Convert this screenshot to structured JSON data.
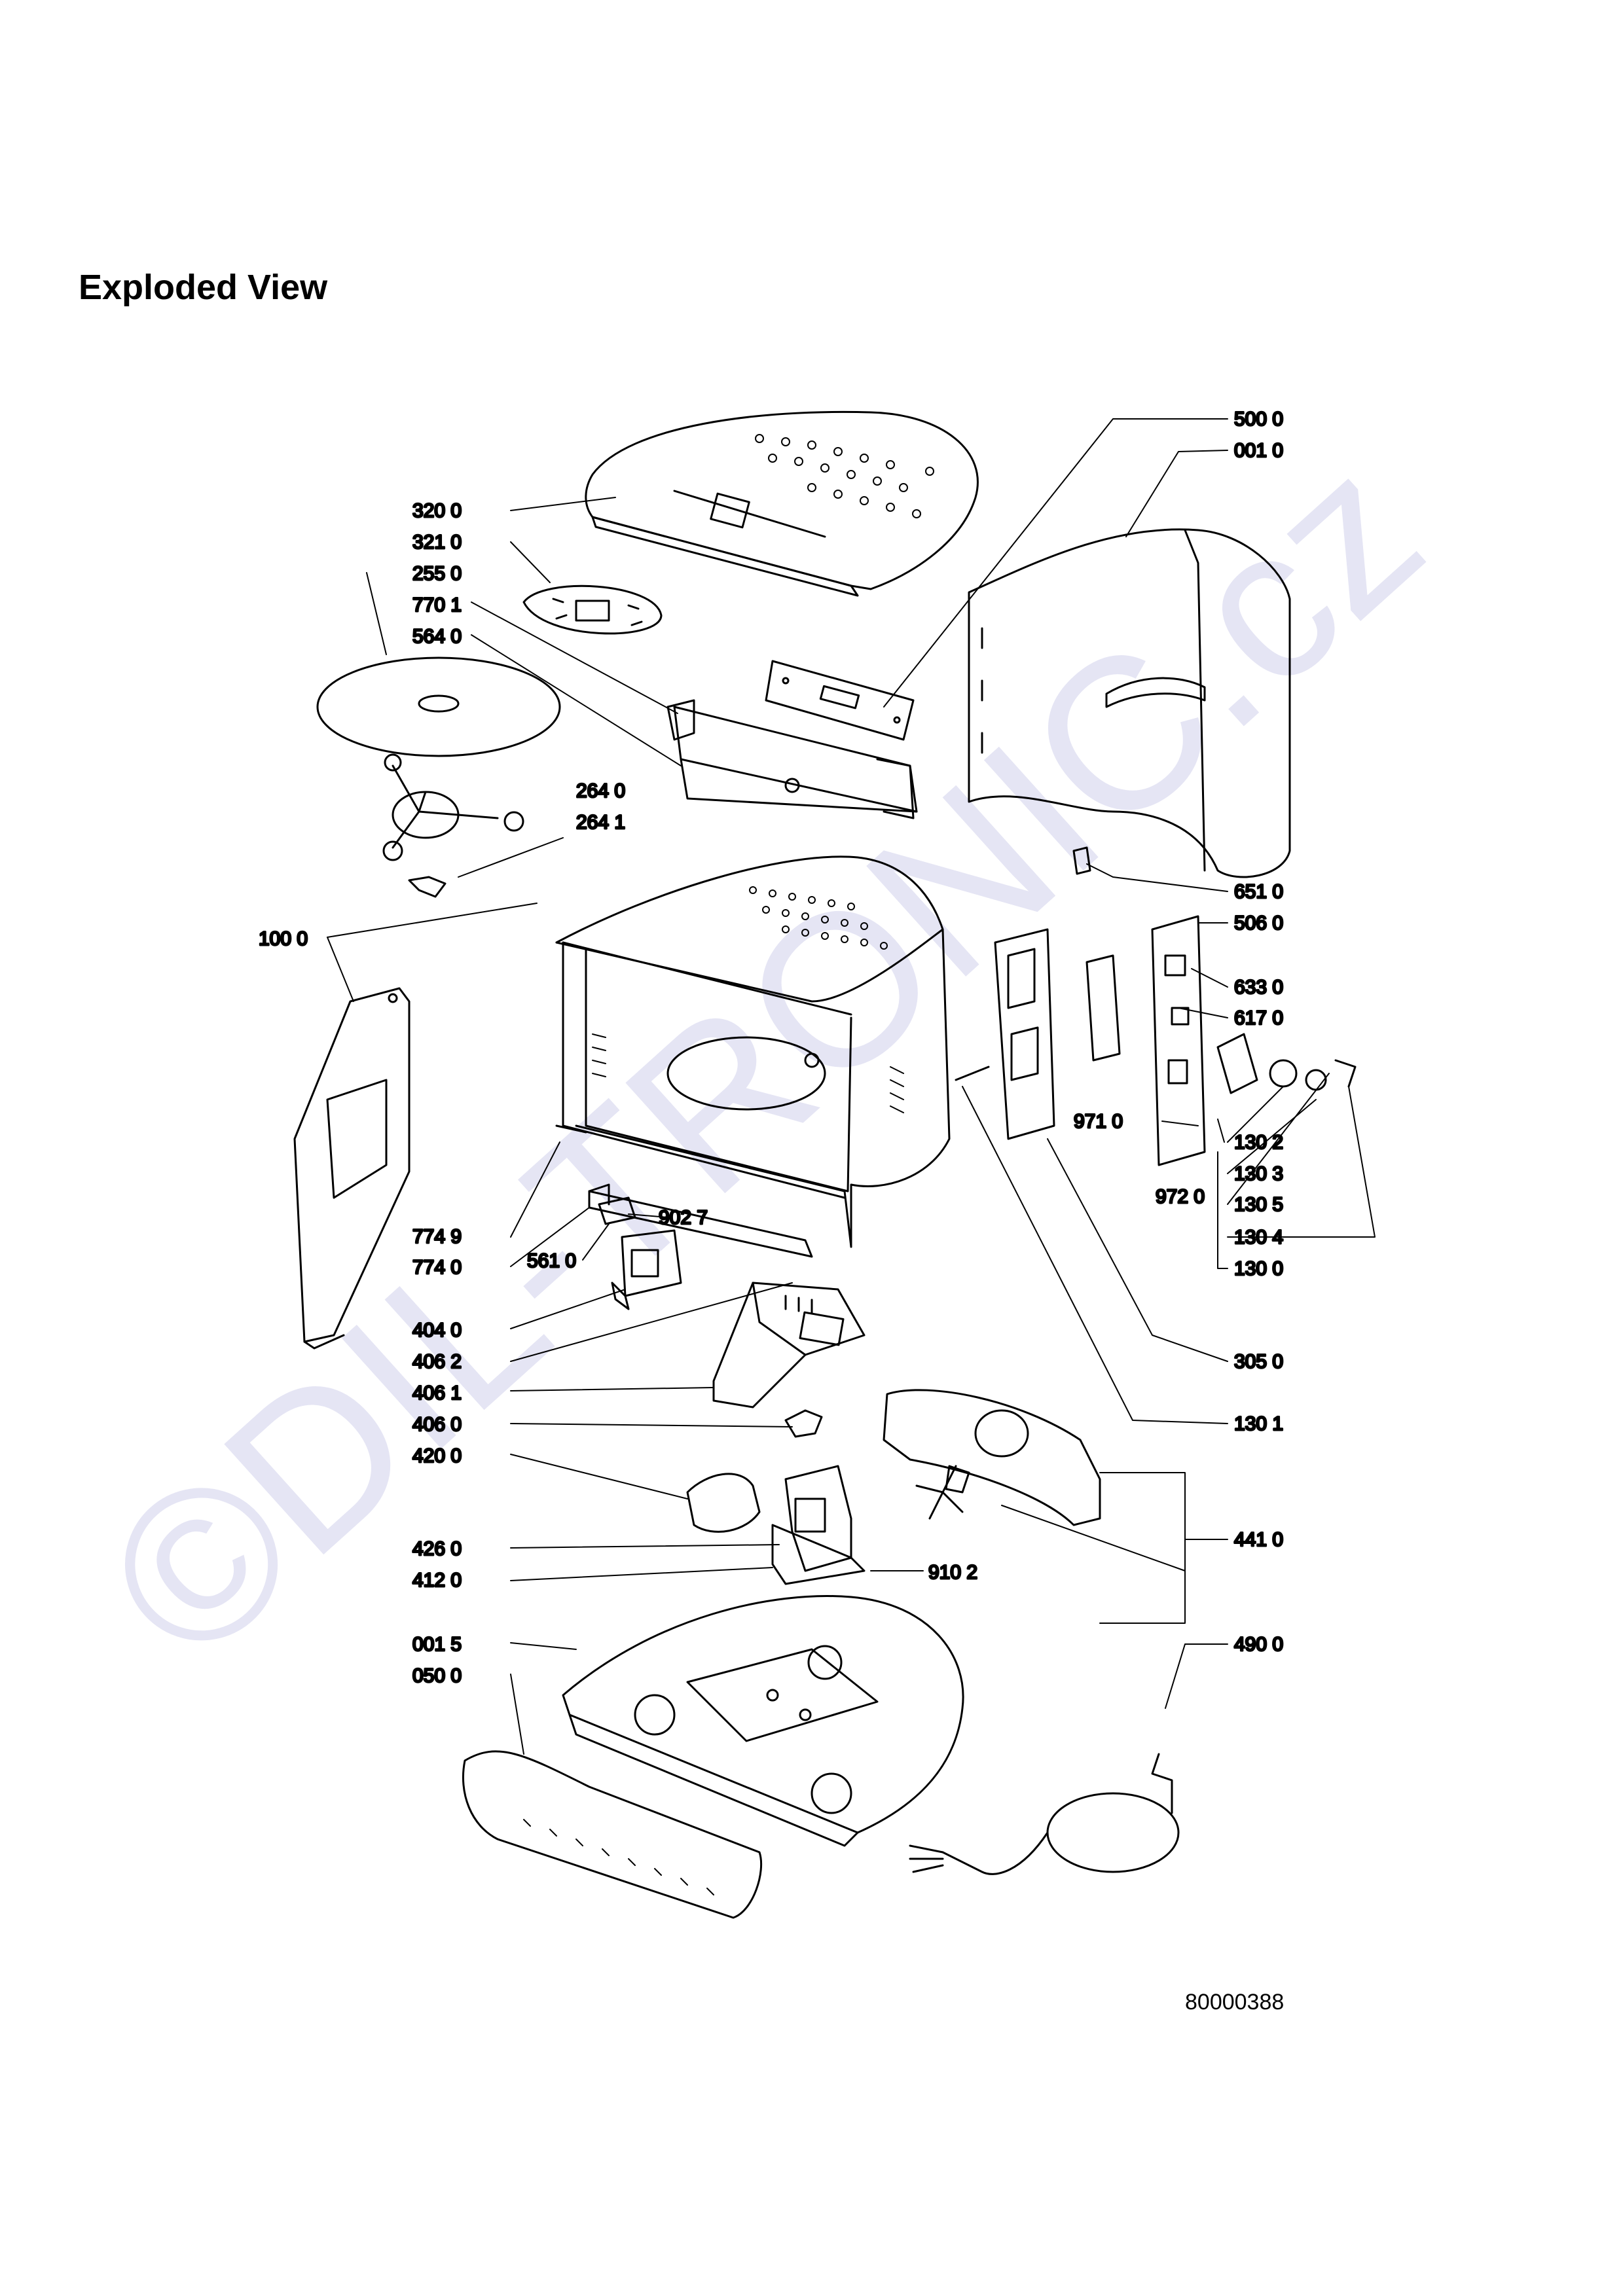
{
  "title": "Exploded View",
  "document_number": "80000388",
  "watermark": "©DIL-TRONIC.cz",
  "colors": {
    "ink": "#000000",
    "watermark": "#e5e5f4",
    "background": "#ffffff"
  },
  "callouts_left": [
    "320 0",
    "321 0",
    "255 0",
    "770 1",
    "564 0",
    "264 0",
    "264 1",
    "100 0",
    "774 9",
    "774 0",
    "561 0",
    "902 7",
    "404 0",
    "406 2",
    "406 1",
    "406 0",
    "420 0",
    "426 0",
    "412 0",
    "910 2",
    "001 5",
    "050 0"
  ],
  "callouts_right": [
    "500 0",
    "001 0",
    "651 0",
    "506 0",
    "633 0",
    "617 0",
    "971 0",
    "972 0",
    "130 2",
    "130 3",
    "130 5",
    "130 4",
    "130 0",
    "305 0",
    "130 1",
    "441 0",
    "490 0"
  ]
}
